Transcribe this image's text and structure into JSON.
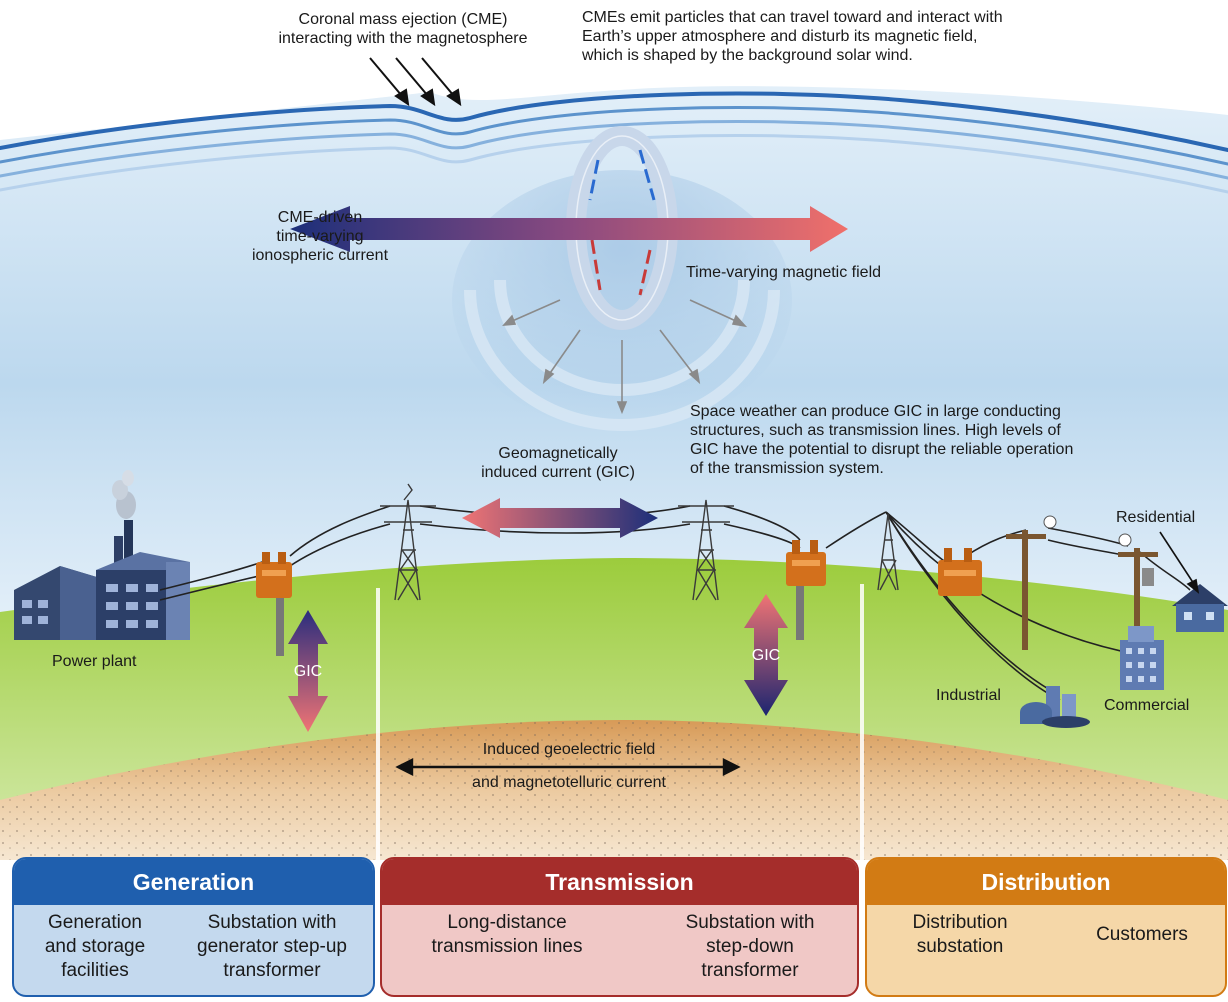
{
  "labels": {
    "cme": "Coronal mass ejection (CME)\ninteracting with the magnetosphere",
    "cme_note": "CMEs emit particles that can travel toward and interact with\nEarth’s upper atmosphere and disturb its magnetic field,\nwhich is shaped by the background solar wind.",
    "iono_current": "CME-driven\ntime-varying\nionospheric current",
    "mag_field": "Time-varying magnetic field",
    "gic_note": "Space weather can produce GIC in large conducting\nstructures, such as transmission lines. High levels of\nGIC have the potential to disrupt the reliable operation\nof the transmission system.",
    "gic_full": "Geomagnetically\ninduced current (GIC)",
    "residential": "Residential",
    "power_plant": "Power plant",
    "gic_left": "GIC",
    "gic_right": "GIC",
    "industrial": "Industrial",
    "commercial": "Commercial",
    "geoelectric_1": "Induced geoelectric field",
    "geoelectric_2": "and magnetotelluric current"
  },
  "panels": {
    "generation": {
      "title": "Generation",
      "left": "Generation\nand storage\nfacilities",
      "right": "Substation with\ngenerator step-up\ntransformer"
    },
    "transmission": {
      "title": "Transmission",
      "left": "Long-distance\ntransmission lines",
      "right": "Substation with\nstep-down\ntransformer"
    },
    "distribution": {
      "title": "Distribution",
      "left": "Distribution\nsubstation",
      "right": "Customers"
    }
  },
  "colors": {
    "generation": "#1f5fae",
    "transmission": "#a52d2b",
    "distribution": "#d27b14",
    "sky": "#bcd8ee",
    "ground": "#8ec63f",
    "soil": "#e2b07a"
  }
}
